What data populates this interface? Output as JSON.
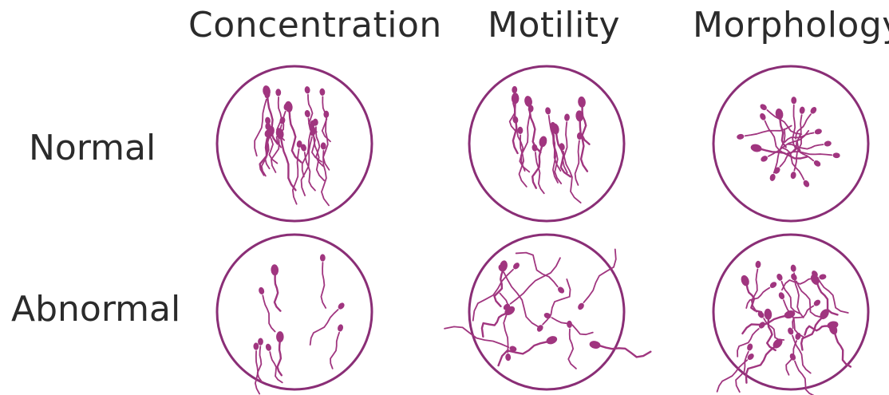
{
  "columns": [
    "Concentration",
    "Motility",
    "Morphology"
  ],
  "rows": [
    "Normal",
    "Abnormal"
  ],
  "colors": {
    "accent": "#a0357f",
    "ring": "#8a2e76",
    "text": "#2b2b2b"
  },
  "plates": [
    {
      "column": "Concentration",
      "row": "Normal",
      "sperm_count": 22
    },
    {
      "column": "Motility",
      "row": "Normal",
      "sperm_count": 17
    },
    {
      "column": "Morphology",
      "row": "Normal",
      "sperm_count": 17
    },
    {
      "column": "Concentration",
      "row": "Abnormal",
      "sperm_count": 9
    },
    {
      "column": "Motility",
      "row": "Abnormal",
      "sperm_count": 14
    },
    {
      "column": "Morphology",
      "row": "Abnormal",
      "sperm_count": 24
    }
  ]
}
